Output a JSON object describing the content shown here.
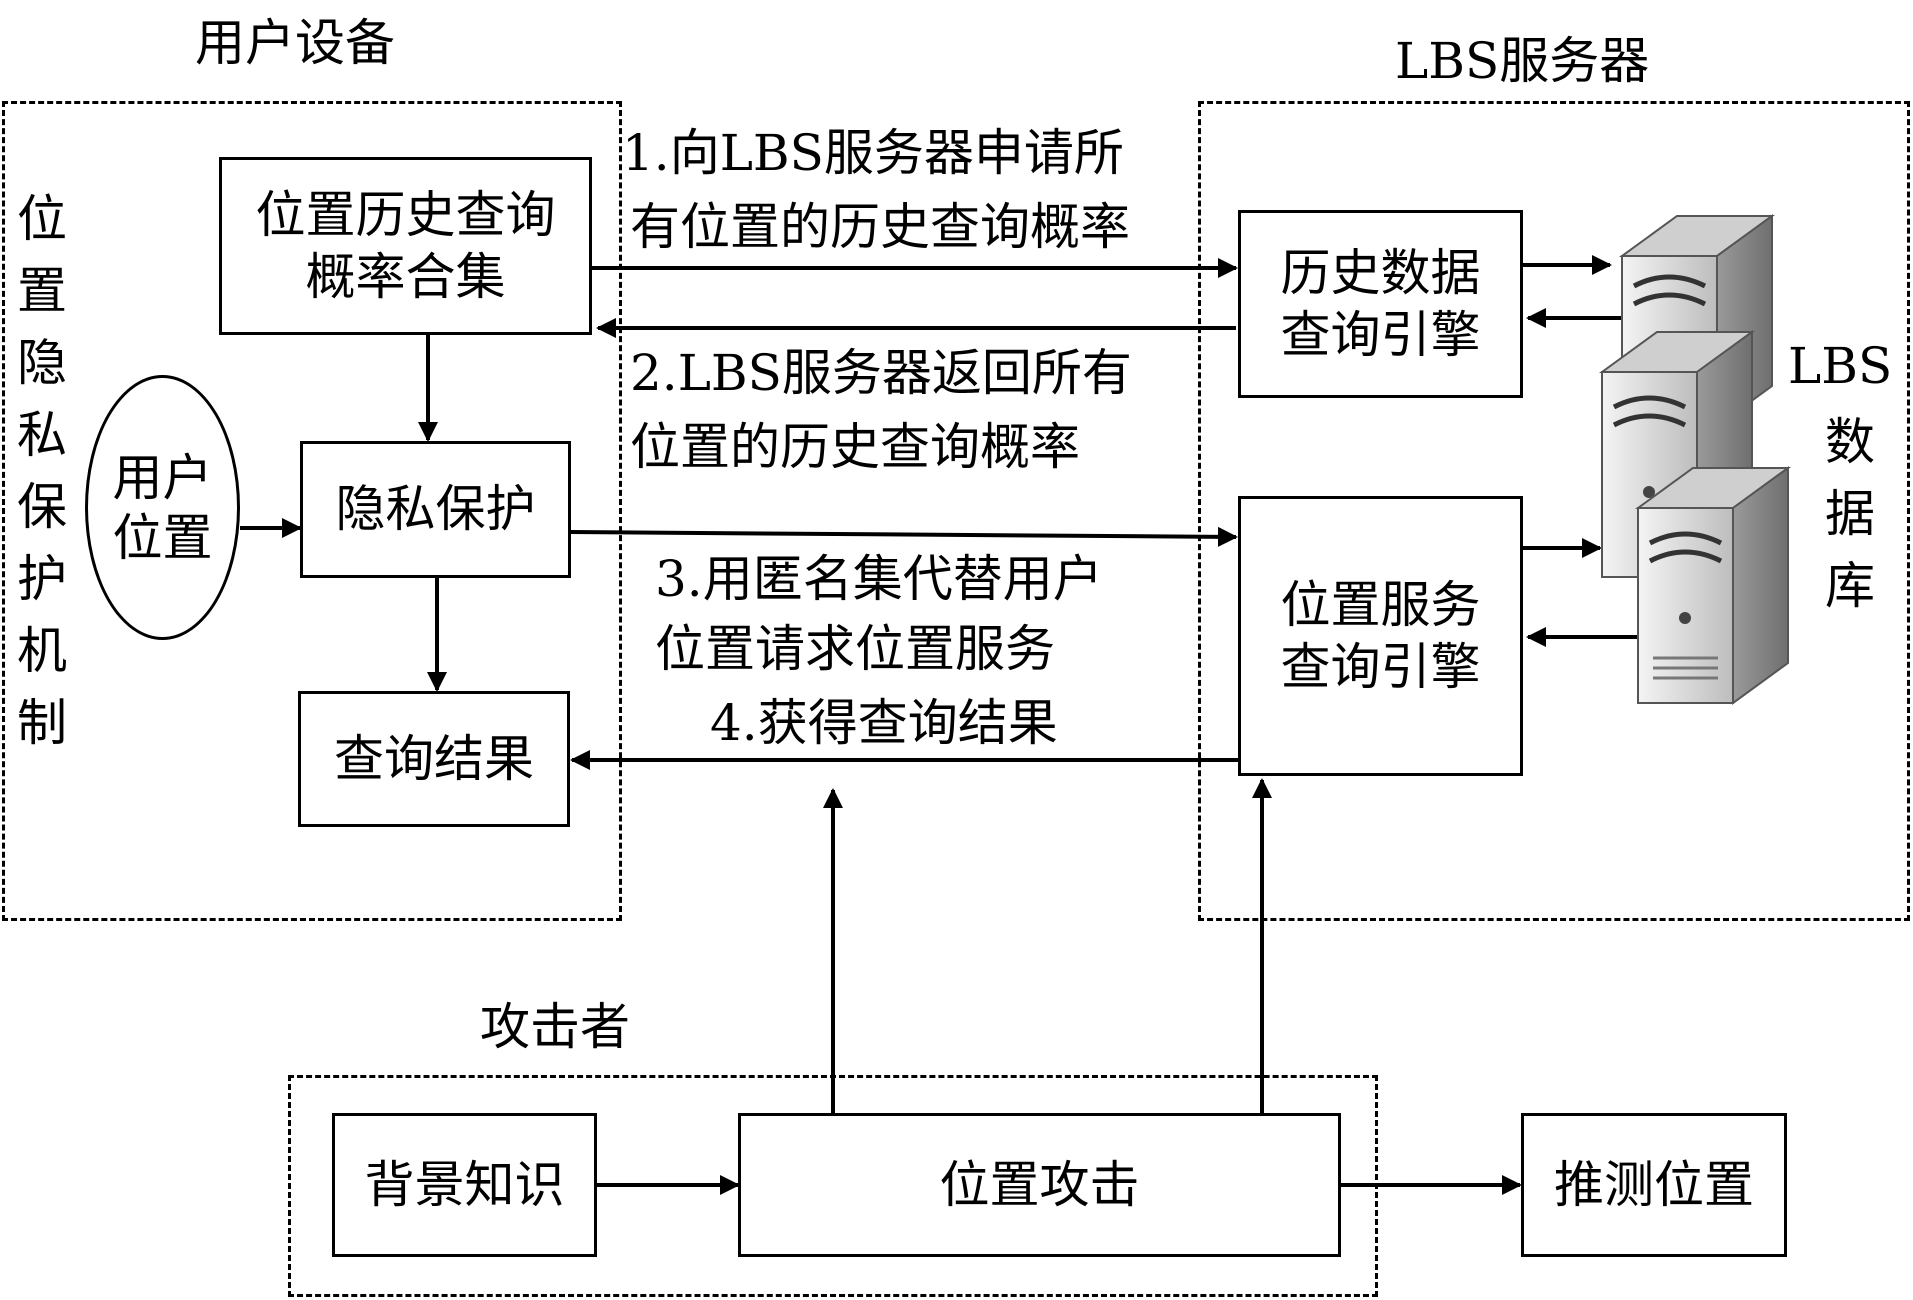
{
  "zones": {
    "user_device": "用户设备",
    "lbs_server": "LBS服务器",
    "attacker": "攻击者"
  },
  "side_label": "位置隐私保护机制",
  "nodes": {
    "history_set_line1": "位置历史查询",
    "history_set_line2": "概率合集",
    "privacy": "隐私保护",
    "result": "查询结果",
    "user_location_line1": "用户",
    "user_location_line2": "位置",
    "history_engine_line1": "历史数据",
    "history_engine_line2": "查询引擎",
    "location_engine_line1": "位置服务",
    "location_engine_line2": "查询引擎",
    "db_label_line1": "LBS",
    "db_label_line2": "数据库",
    "background": "背景知识",
    "attack": "位置攻击",
    "inferred": "推测位置"
  },
  "steps": {
    "s1_line1": "1.向LBS服务器申请所",
    "s1_line2": "有位置的历史查询概率",
    "s2_line1": "2.LBS服务器返回所有",
    "s2_line2": "位置的历史查询概率",
    "s3_line1": "3.用匿名集代替用户",
    "s3_line2": "位置请求位置服务",
    "s4": "4.获得查询结果"
  },
  "icons": [
    "server-icon",
    "server-icon",
    "server-icon"
  ]
}
